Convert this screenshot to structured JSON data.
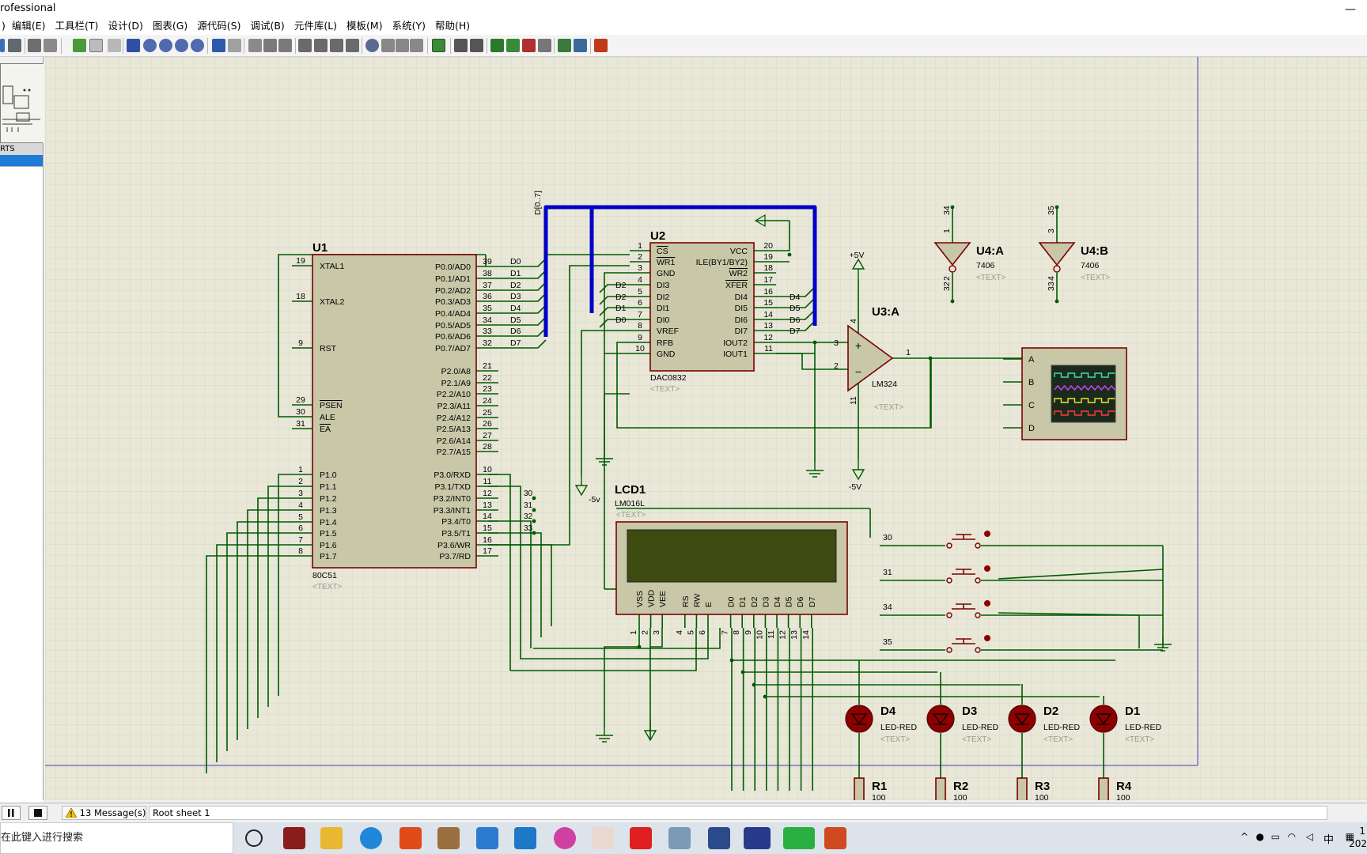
{
  "window": {
    "title": "rofessional"
  },
  "menu": {
    "items": [
      "编辑(E)",
      "工具栏(T)",
      "设计(D)",
      "图表(G)",
      "源代码(S)",
      "调试(B)",
      "元件库(L)",
      "模板(M)",
      "系统(Y)",
      "帮助(H)"
    ],
    "leading": ")"
  },
  "parts_panel": {
    "header": "RTS"
  },
  "schematic": {
    "bus_label": "D[0..7]",
    "u1": {
      "ref": "U1",
      "part": "80C51",
      "text": "<TEXT>",
      "left_pins": [
        {
          "num": "19",
          "name": "XTAL1"
        },
        {
          "num": "18",
          "name": "XTAL2"
        },
        {
          "num": "9",
          "name": "RST"
        },
        {
          "num": "29",
          "name": "PSEN"
        },
        {
          "num": "30",
          "name": "ALE"
        },
        {
          "num": "31",
          "name": "EA"
        },
        {
          "num": "1",
          "name": "P1.0"
        },
        {
          "num": "2",
          "name": "P1.1"
        },
        {
          "num": "3",
          "name": "P1.2"
        },
        {
          "num": "4",
          "name": "P1.3"
        },
        {
          "num": "5",
          "name": "P1.4"
        },
        {
          "num": "6",
          "name": "P1.5"
        },
        {
          "num": "7",
          "name": "P1.6"
        },
        {
          "num": "8",
          "name": "P1.7"
        }
      ],
      "right_pins": [
        {
          "num": "39",
          "name": "P0.0/AD0",
          "net": "D0"
        },
        {
          "num": "38",
          "name": "P0.1/AD1",
          "net": "D1"
        },
        {
          "num": "37",
          "name": "P0.2/AD2",
          "net": "D2"
        },
        {
          "num": "36",
          "name": "P0.3/AD3",
          "net": "D3"
        },
        {
          "num": "35",
          "name": "P0.4/AD4",
          "net": "D4"
        },
        {
          "num": "34",
          "name": "P0.5/AD5",
          "net": "D5"
        },
        {
          "num": "33",
          "name": "P0.6/AD6",
          "net": "D6"
        },
        {
          "num": "32",
          "name": "P0.7/AD7",
          "net": "D7"
        },
        {
          "num": "21",
          "name": "P2.0/A8",
          "net": ""
        },
        {
          "num": "22",
          "name": "P2.1/A9",
          "net": ""
        },
        {
          "num": "23",
          "name": "P2.2/A10",
          "net": ""
        },
        {
          "num": "24",
          "name": "P2.3/A11",
          "net": ""
        },
        {
          "num": "25",
          "name": "P2.4/A12",
          "net": ""
        },
        {
          "num": "26",
          "name": "P2.5/A13",
          "net": ""
        },
        {
          "num": "27",
          "name": "P2.6/A14",
          "net": ""
        },
        {
          "num": "28",
          "name": "P2.7/A15",
          "net": ""
        },
        {
          "num": "10",
          "name": "P3.0/RXD",
          "net": ""
        },
        {
          "num": "11",
          "name": "P3.1/TXD",
          "net": ""
        },
        {
          "num": "12",
          "name": "P3.2/INT0",
          "net": "30"
        },
        {
          "num": "13",
          "name": "P3.3/INT1",
          "net": "31"
        },
        {
          "num": "14",
          "name": "P3.4/T0",
          "net": "32"
        },
        {
          "num": "15",
          "name": "P3.5/T1",
          "net": "33"
        },
        {
          "num": "16",
          "name": "P3.6/WR",
          "net": ""
        },
        {
          "num": "17",
          "name": "P3.7/RD",
          "net": ""
        }
      ]
    },
    "u2": {
      "ref": "U2",
      "part": "DAC0832",
      "text": "<TEXT>",
      "left_pins": [
        {
          "num": "1",
          "name": "CS",
          "net": ""
        },
        {
          "num": "2",
          "name": "WR1",
          "net": ""
        },
        {
          "num": "3",
          "name": "GND",
          "net": ""
        },
        {
          "num": "4",
          "name": "DI3",
          "net": "D2"
        },
        {
          "num": "5",
          "name": "DI2",
          "net": "D2"
        },
        {
          "num": "6",
          "name": "DI1",
          "net": "D1"
        },
        {
          "num": "7",
          "name": "DI0",
          "net": "D0"
        },
        {
          "num": "8",
          "name": "VREF",
          "net": ""
        },
        {
          "num": "9",
          "name": "RFB",
          "net": ""
        },
        {
          "num": "10",
          "name": "GND",
          "net": ""
        }
      ],
      "right_pins": [
        {
          "num": "20",
          "name": "VCC",
          "net": ""
        },
        {
          "num": "19",
          "name": "ILE(BY1/BY2)",
          "net": ""
        },
        {
          "num": "18",
          "name": "WR2",
          "net": ""
        },
        {
          "num": "17",
          "name": "XFER",
          "net": ""
        },
        {
          "num": "16",
          "name": "DI4",
          "net": "D4"
        },
        {
          "num": "15",
          "name": "DI5",
          "net": "D5"
        },
        {
          "num": "14",
          "name": "DI6",
          "net": "D6"
        },
        {
          "num": "13",
          "name": "DI7",
          "net": "D7"
        },
        {
          "num": "12",
          "name": "IOUT2",
          "net": ""
        },
        {
          "num": "11",
          "name": "IOUT1",
          "net": ""
        }
      ]
    },
    "u3": {
      "ref": "U3:A",
      "part": "LM324",
      "text": "<TEXT>",
      "pin_plus": "3",
      "pin_minus": "2",
      "pin_out": "1",
      "pin_vcc": "4",
      "pin_vee": "11",
      "plus_sign": "+",
      "minus_sign": "−",
      "vplus": "+5V",
      "vminus": "-5V"
    },
    "vneg_small": "-5v",
    "u4a": {
      "ref": "U4:A",
      "part": "7406",
      "text": "<TEXT>",
      "pin_top_a": "34",
      "pin_top_b": "1",
      "pin_bot_a": "2",
      "pin_bot_b": "32"
    },
    "u4b": {
      "ref": "U4:B",
      "part": "7406",
      "text": "<TEXT>",
      "pin_top_a": "35",
      "pin_top_b": "3",
      "pin_bot_a": "4",
      "pin_bot_b": "33"
    },
    "scope": {
      "channels": [
        "A",
        "B",
        "C",
        "D"
      ]
    },
    "lcd": {
      "ref": "LCD1",
      "part": "LM016L",
      "text": "<TEXT>",
      "pins": [
        {
          "num": "1",
          "name": "VSS"
        },
        {
          "num": "2",
          "name": "VDD"
        },
        {
          "num": "3",
          "name": "VEE"
        },
        {
          "num": "4",
          "name": "RS"
        },
        {
          "num": "5",
          "name": "RW"
        },
        {
          "num": "6",
          "name": "E"
        },
        {
          "num": "7",
          "name": "D0"
        },
        {
          "num": "8",
          "name": "D1"
        },
        {
          "num": "9",
          "name": "D2"
        },
        {
          "num": "10",
          "name": "D3"
        },
        {
          "num": "11",
          "name": "D4"
        },
        {
          "num": "12",
          "name": "D5"
        },
        {
          "num": "13",
          "name": "D6"
        },
        {
          "num": "14",
          "name": "D7"
        }
      ]
    },
    "buttons": [
      "30",
      "31",
      "34",
      "35"
    ],
    "leds": [
      {
        "ref": "D4",
        "part": "LED-RED",
        "text": "<TEXT>"
      },
      {
        "ref": "D3",
        "part": "LED-RED",
        "text": "<TEXT>"
      },
      {
        "ref": "D2",
        "part": "LED-RED",
        "text": "<TEXT>"
      },
      {
        "ref": "D1",
        "part": "LED-RED",
        "text": "<TEXT>"
      }
    ],
    "resistors": [
      {
        "ref": "R1",
        "value": "100"
      },
      {
        "ref": "R2",
        "value": "100"
      },
      {
        "ref": "R3",
        "value": "100"
      },
      {
        "ref": "R4",
        "value": "100"
      }
    ]
  },
  "status": {
    "messages": "13 Message(s)",
    "sheet": "Root sheet 1"
  },
  "taskbar": {
    "search_placeholder": "在此键入进行搜索",
    "ime": "中",
    "clock_top": "1",
    "clock_bottom": "202"
  },
  "colors": {
    "canvas_bg": "#e9e8d8",
    "grid": "#d4d3c0",
    "wire": "#005a00",
    "bus": "#0000c8",
    "component_fill": "#c8c8a8",
    "component_border": "#7a0000",
    "lcd_screen": "#3d4a10",
    "scope_bg": "#1c2a1c",
    "led_fill": "#8c0000"
  }
}
